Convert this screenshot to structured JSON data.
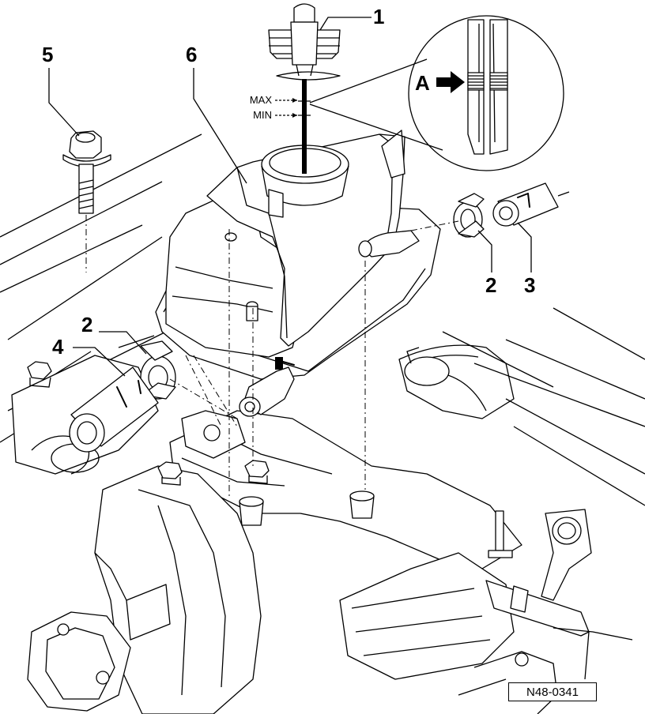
{
  "callouts": {
    "c1": "1",
    "c2_right": "2",
    "c3": "3",
    "c2_left": "2",
    "c4": "4",
    "c5": "5",
    "c6": "6",
    "detail": "A"
  },
  "dipstick_marks": {
    "max": "MAX",
    "min": "MIN"
  },
  "figure_ref": "N48-0341"
}
